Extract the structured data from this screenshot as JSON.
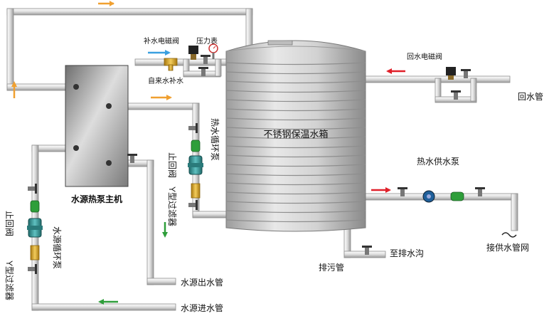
{
  "labels": {
    "makeup_valve": "补水电磁阀",
    "pressure_gauge": "压力表",
    "tap_water": "自来水补水",
    "return_valve": "回水电磁阀",
    "return_pipe": "回水管",
    "tank": "不锈钢保温水箱",
    "hot_water_pump": "热水供水泵",
    "supply_network": "接供水管网",
    "heat_pump": "水源热泵主机",
    "hot_circ_pump": "热水循环泵",
    "check_valve_right": "止回阀",
    "y_filter_right": "Y型过滤器",
    "check_valve_left": "止回阀",
    "src_circ_pump": "水源循环泵",
    "y_filter_left": "Y型过滤器",
    "src_outlet": "水源出水管",
    "src_inlet": "水源进水管",
    "drain_pipe": "排污管",
    "to_sewer": "至排水沟"
  },
  "colors": {
    "pipe": "#d9d9d9",
    "pipe_edge": "#8c8c8c",
    "tank": "#c8c8c8",
    "arrow_orange": "#f0a030",
    "arrow_blue": "#3aa0e0",
    "arrow_red": "#e0202a",
    "arrow_green": "#2e9e3a",
    "pump_teal": "#2a8a8a",
    "filter_gold": "#d9a520"
  },
  "icons": [
    "solenoid-valve-icon",
    "pressure-gauge-icon",
    "gate-valve-icon",
    "pump-icon",
    "check-valve-icon",
    "y-filter-icon",
    "flow-arrow-icon"
  ]
}
